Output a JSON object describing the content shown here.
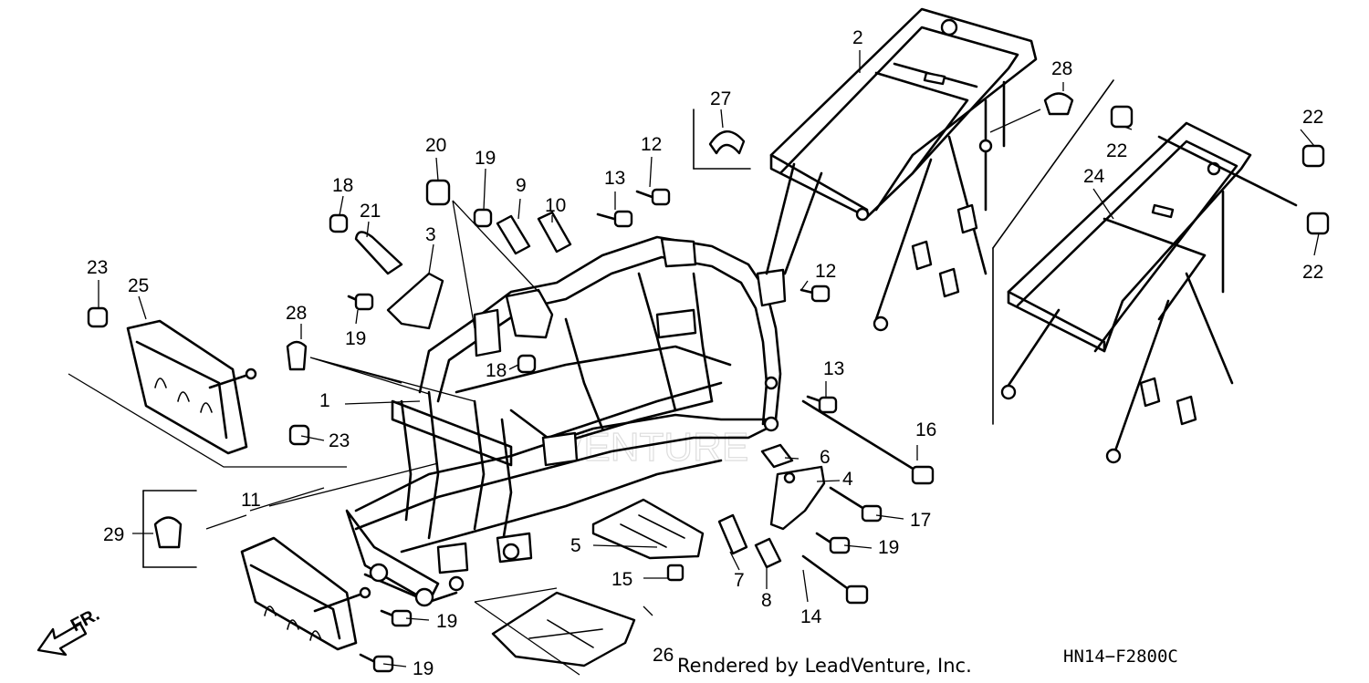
{
  "diagram": {
    "callouts": [
      "1",
      "2",
      "3",
      "4",
      "5",
      "6",
      "7",
      "8",
      "9",
      "10",
      "11",
      "12",
      "12",
      "13",
      "13",
      "14",
      "15",
      "16",
      "17",
      "18",
      "18",
      "19",
      "19",
      "19",
      "19",
      "19",
      "20",
      "21",
      "22",
      "22",
      "22",
      "23",
      "23",
      "24",
      "25",
      "26",
      "27",
      "28",
      "28",
      "29"
    ],
    "direction_label": "FR.",
    "watermark": "VENTURE",
    "footer_text": "Rendered by LeadVenture, Inc.",
    "diagram_code": "HN14−F2800C"
  }
}
